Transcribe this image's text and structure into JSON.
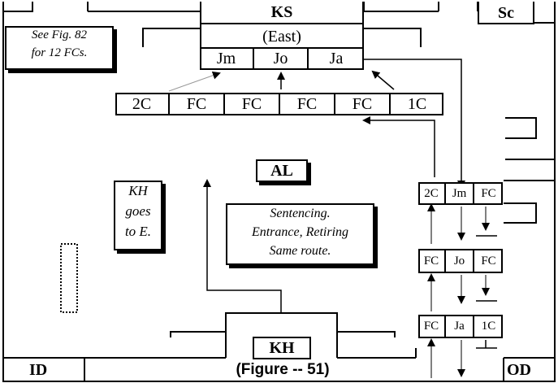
{
  "labels": {
    "ks": "KS",
    "east": "(East)",
    "sc": "Sc",
    "al": "AL",
    "kh": "KH",
    "id": "ID",
    "od": "OD",
    "caption": "(Figure -- 51)"
  },
  "ks_row": [
    "Jm",
    "Jo",
    "Ja"
  ],
  "fc_row": [
    "2C",
    "FC",
    "FC",
    "FC",
    "FC",
    "1C"
  ],
  "right_rows": [
    [
      "2C",
      "Jm",
      "FC"
    ],
    [
      "FC",
      "Jo",
      "FC"
    ],
    [
      "FC",
      "Ja",
      "1C"
    ]
  ],
  "notes": {
    "fig82": [
      "See Fig. 82",
      "for 12 FCs."
    ],
    "kh_goes": [
      "KH",
      "goes",
      "to E."
    ],
    "sentencing": [
      "Sentencing.",
      "Entrance, Retiring",
      "Same route."
    ]
  }
}
